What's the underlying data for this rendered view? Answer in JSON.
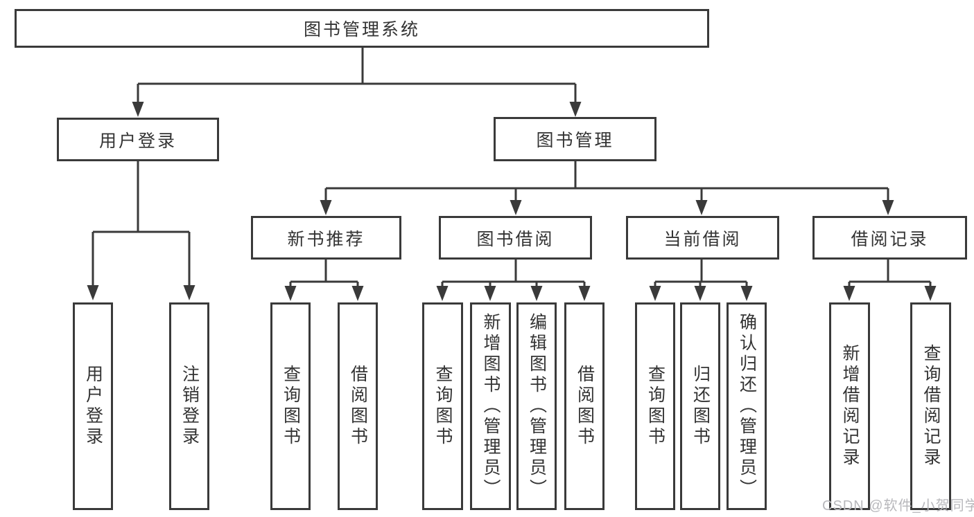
{
  "diagram": {
    "title": "图书管理系统",
    "root": {
      "label": "图书管理系统"
    },
    "branches": [
      {
        "label": "用户登录",
        "children": [
          {
            "label": "用户登录"
          },
          {
            "label": "注销登录"
          }
        ]
      },
      {
        "label": "图书管理",
        "children": [
          {
            "label": "新书推荐",
            "children": [
              {
                "label": "查询图书"
              },
              {
                "label": "借阅图书"
              }
            ]
          },
          {
            "label": "图书借阅",
            "children": [
              {
                "label": "查询图书"
              },
              {
                "label": "新增图书（管理员）"
              },
              {
                "label": "编辑图书（管理员）"
              },
              {
                "label": "借阅图书"
              }
            ]
          },
          {
            "label": "当前借阅",
            "children": [
              {
                "label": "查询图书"
              },
              {
                "label": "归还图书"
              },
              {
                "label": "确认归还（管理员）"
              }
            ]
          },
          {
            "label": "借阅记录",
            "children": [
              {
                "label": "新增借阅记录"
              },
              {
                "label": "查询借阅记录"
              }
            ]
          }
        ]
      }
    ]
  },
  "watermark": {
    "text": "CSDN @软件_小贺同学"
  },
  "colors": {
    "line": "#3a3a3a",
    "text": "#333333",
    "background": "#ffffff",
    "watermark": "#b8b8bc"
  }
}
